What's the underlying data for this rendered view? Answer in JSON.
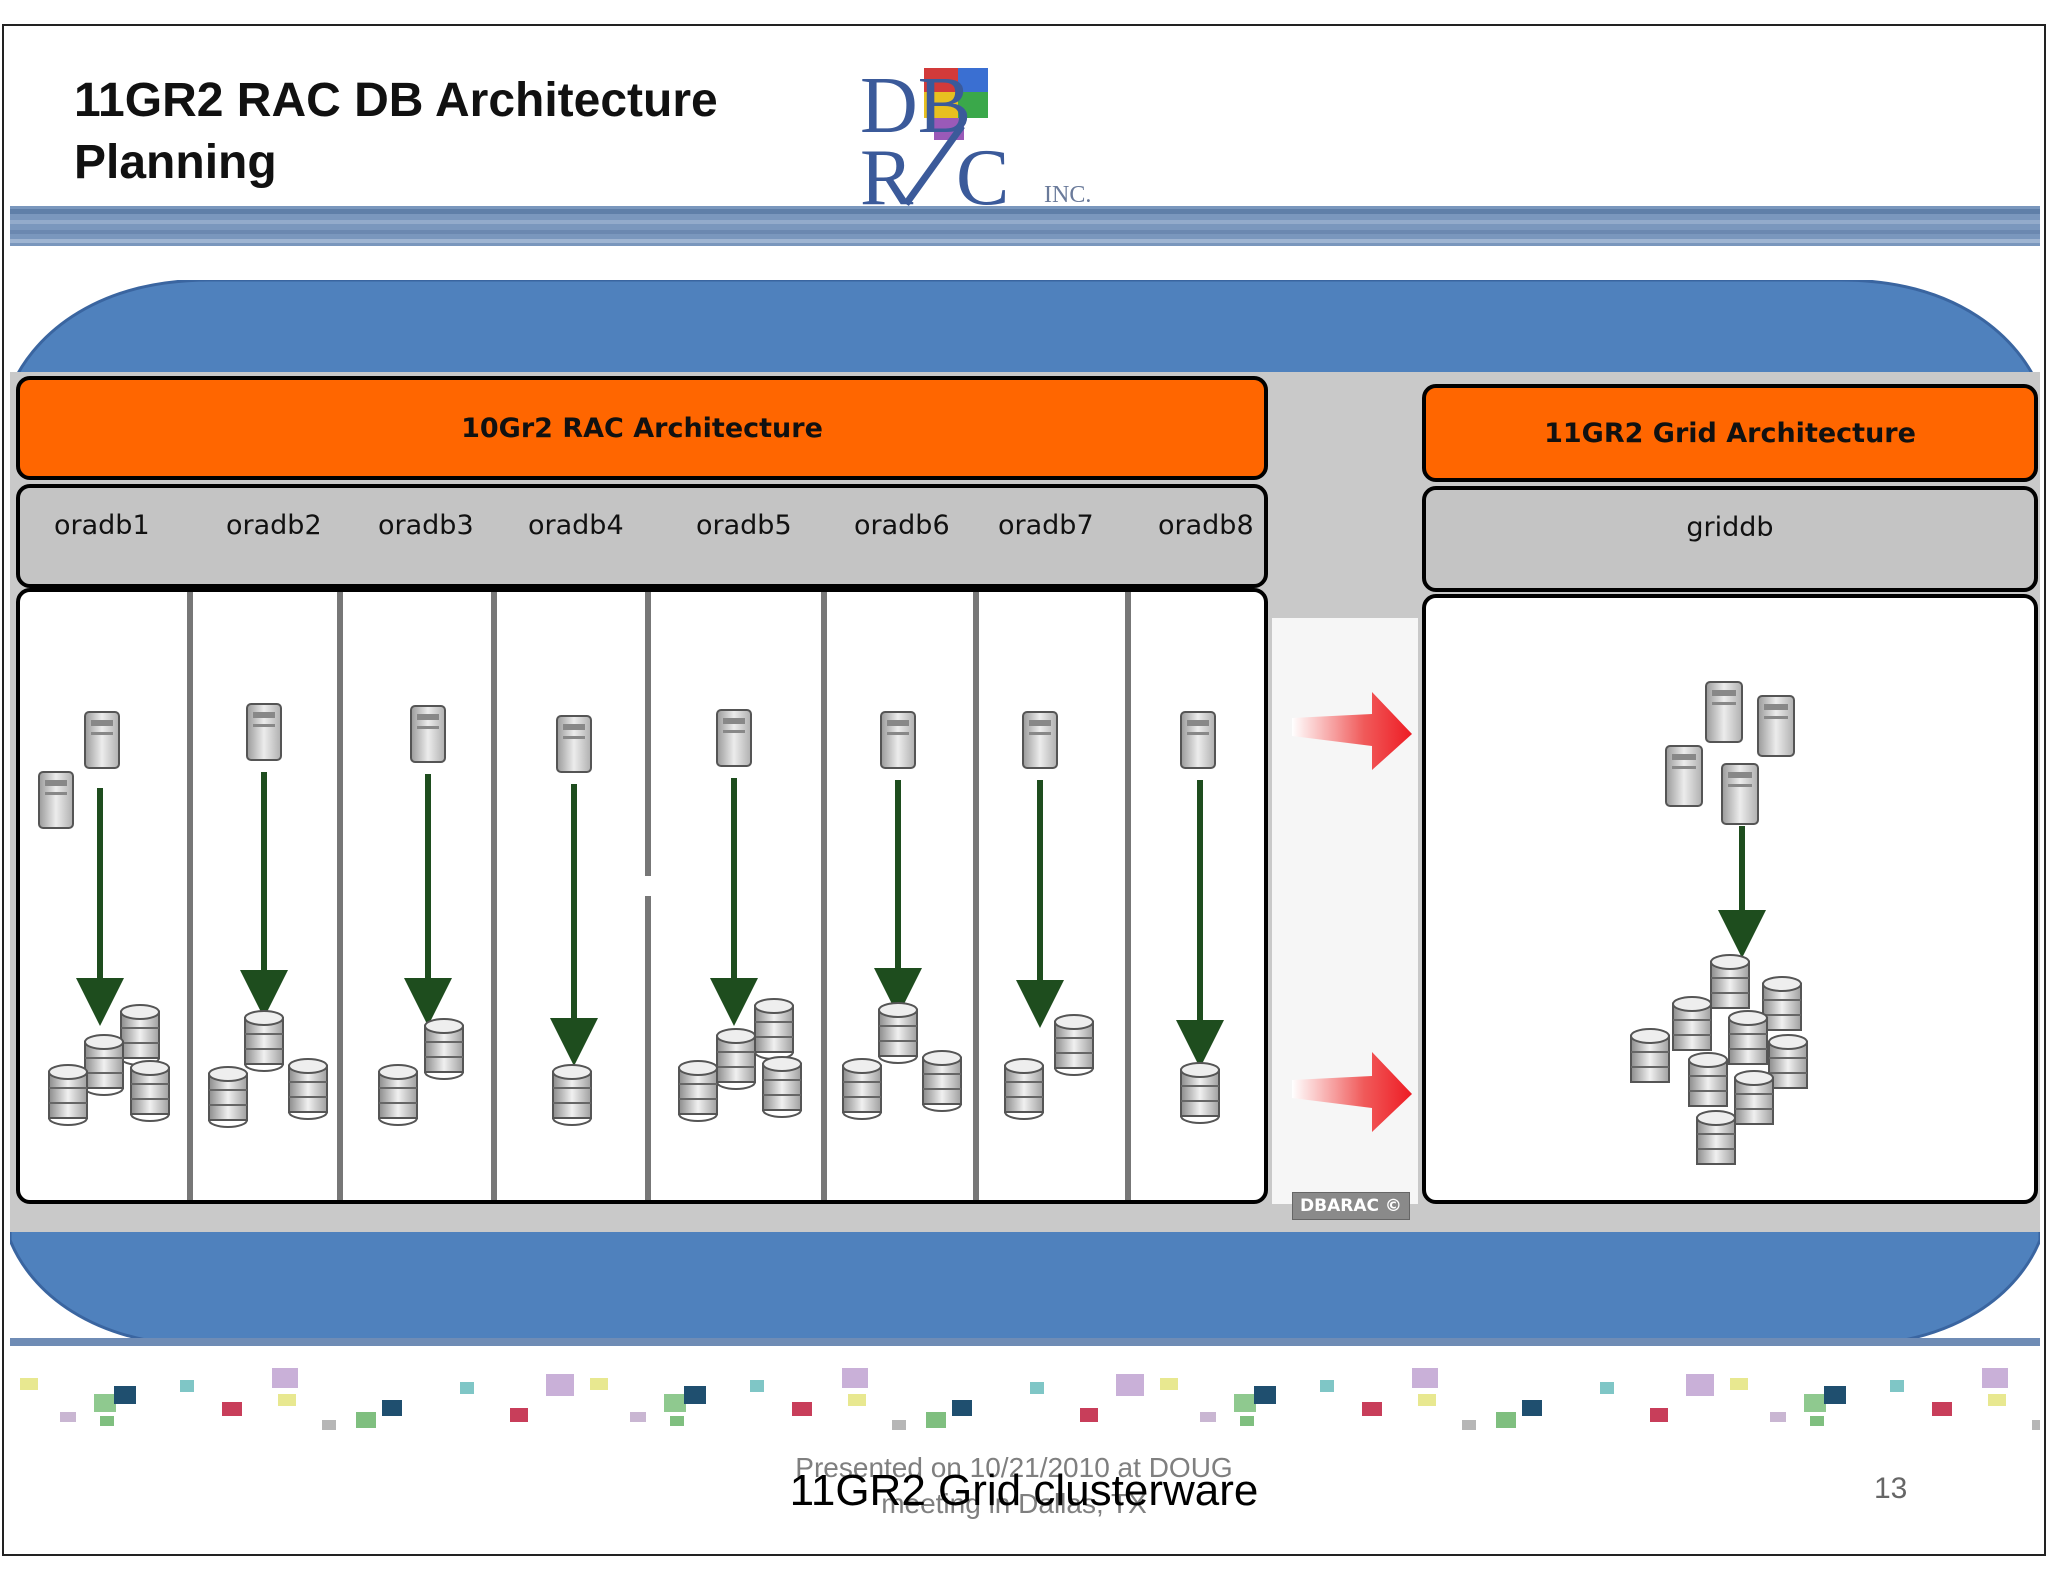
{
  "slide": {
    "title": "11GR2 RAC DB Architecture\nPlanning",
    "logo_text": {
      "line1": "DB",
      "line2": "R C",
      "suffix": "INC."
    },
    "footer_small": "Presented on 10/21/2010 at DOUG\nmeeting in Dallas, TX",
    "footer_main": "11GR2 Grid clusterware",
    "page_number": "13"
  },
  "diagram": {
    "left_header": "10Gr2 RAC Architecture",
    "right_header": "11GR2 Grid Architecture",
    "databases": [
      "oradb1",
      "oradb2",
      "oradb3",
      "oradb4",
      "oradb5",
      "oradb6",
      "oradb7",
      "oradb8"
    ],
    "grid_database": "griddb",
    "watermark": "DBARAC ©"
  },
  "colors": {
    "band_blue": "#4f81bd",
    "header_orange": "#ff6600",
    "panel_gray": "#c4c4c4",
    "arrow_green": "#1e4d1e",
    "arrow_red": "#ee1c24"
  }
}
